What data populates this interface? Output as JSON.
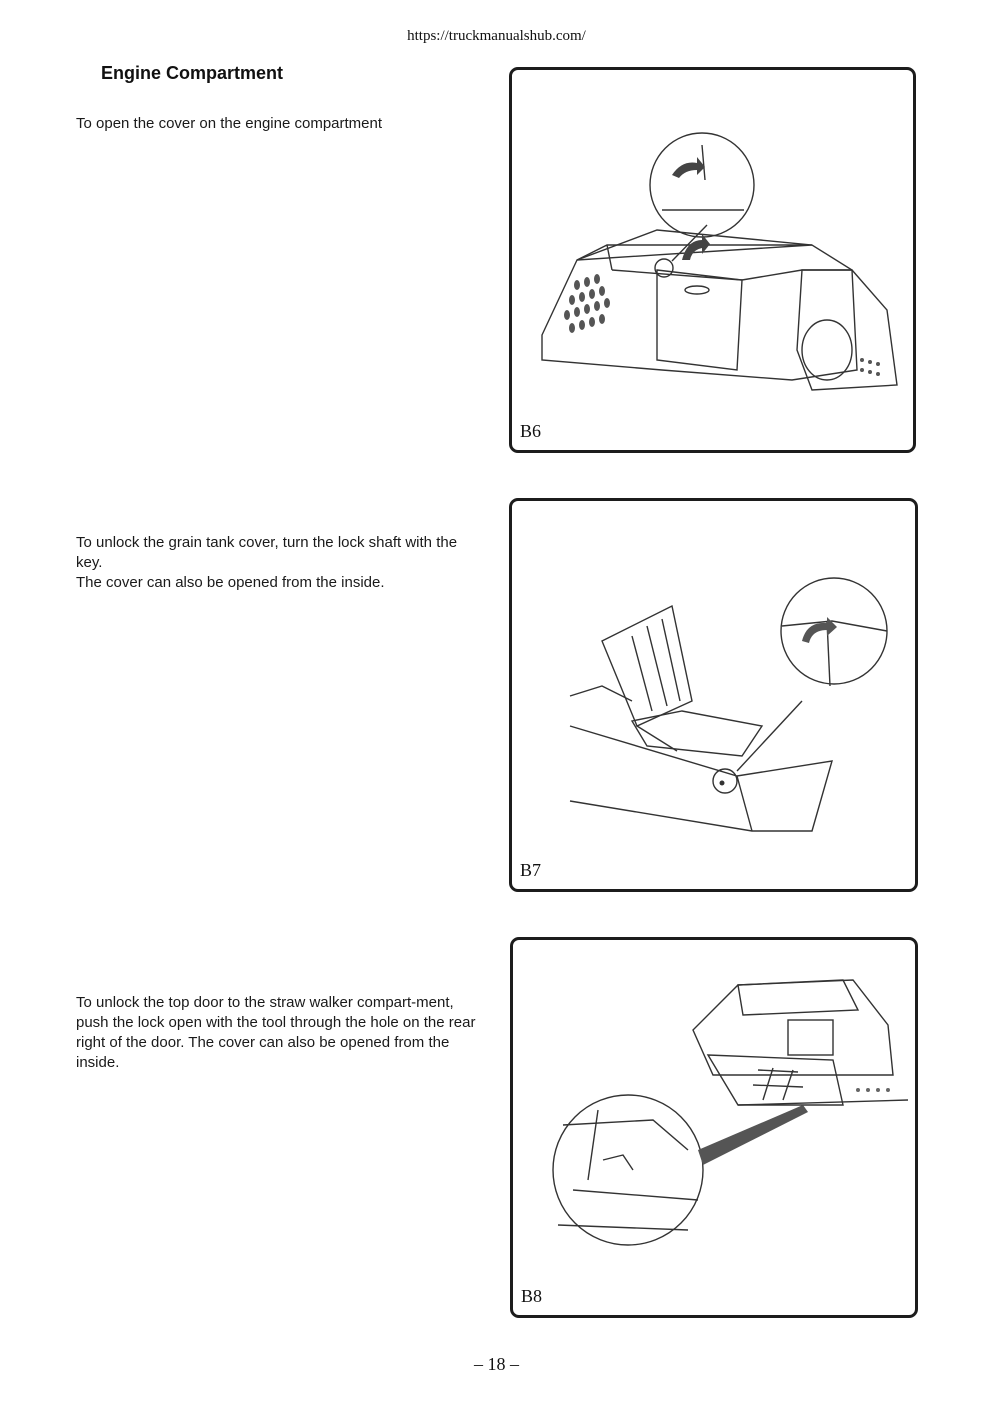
{
  "header": {
    "url": "https://truckmanualshub.com/"
  },
  "section": {
    "title": "Engine Compartment"
  },
  "blocks": [
    {
      "text_lines": [
        "To open the cover on the engine compartment"
      ],
      "figure_label": "B6"
    },
    {
      "text_lines": [
        "To unlock the grain tank cover, turn the lock shaft with the key.",
        "The cover can also be opened from the inside."
      ],
      "figure_label": "B7"
    },
    {
      "text_lines": [
        "To unlock the top door to the straw walker compart-ment, push the lock open with the tool through the hole on the rear right of the door. The cover can also be opened from the inside."
      ],
      "figure_label": "B8"
    }
  ],
  "footer": {
    "page_number": "– 18 –"
  }
}
